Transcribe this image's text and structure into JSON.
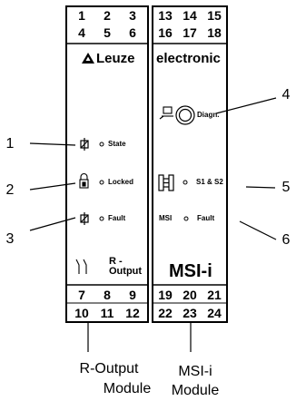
{
  "left_module": {
    "terminals_top": [
      [
        "1",
        "2",
        "3"
      ],
      [
        "4",
        "5",
        "6"
      ]
    ],
    "terminals_bottom": [
      [
        "7",
        "8",
        "9"
      ],
      [
        "10",
        "11",
        "12"
      ]
    ],
    "brand": "Leuze",
    "indicators": {
      "state": "State",
      "locked": "Locked",
      "fault": "Fault"
    },
    "output_label_line1": "R -",
    "output_label_line2": "Output",
    "icons": [
      "relay-contact-icon",
      "lock-icon",
      "relay-contact-icon",
      "output-contact-icon",
      "leuze-logo-icon"
    ]
  },
  "right_module": {
    "terminals_top": [
      [
        "13",
        "14",
        "15"
      ],
      [
        "16",
        "17",
        "18"
      ]
    ],
    "terminals_bottom": [
      [
        "19",
        "20",
        "21"
      ],
      [
        "22",
        "23",
        "24"
      ]
    ],
    "brand": "electronic",
    "indicators": {
      "diagn": "Diagn.",
      "s1s2": "S1 & S2",
      "msi": "MSI",
      "fault": "Fault"
    },
    "name": "MSI-i",
    "icons": [
      "pc-connection-icon",
      "diagnostic-port-icon",
      "sensor-barrier-icon"
    ]
  },
  "callouts": [
    "1",
    "2",
    "3",
    "4",
    "5",
    "6"
  ],
  "captions": {
    "left_line1": "R-Output",
    "left_line2": "Module",
    "right_line1": "MSI-i",
    "right_line2": "Module"
  }
}
